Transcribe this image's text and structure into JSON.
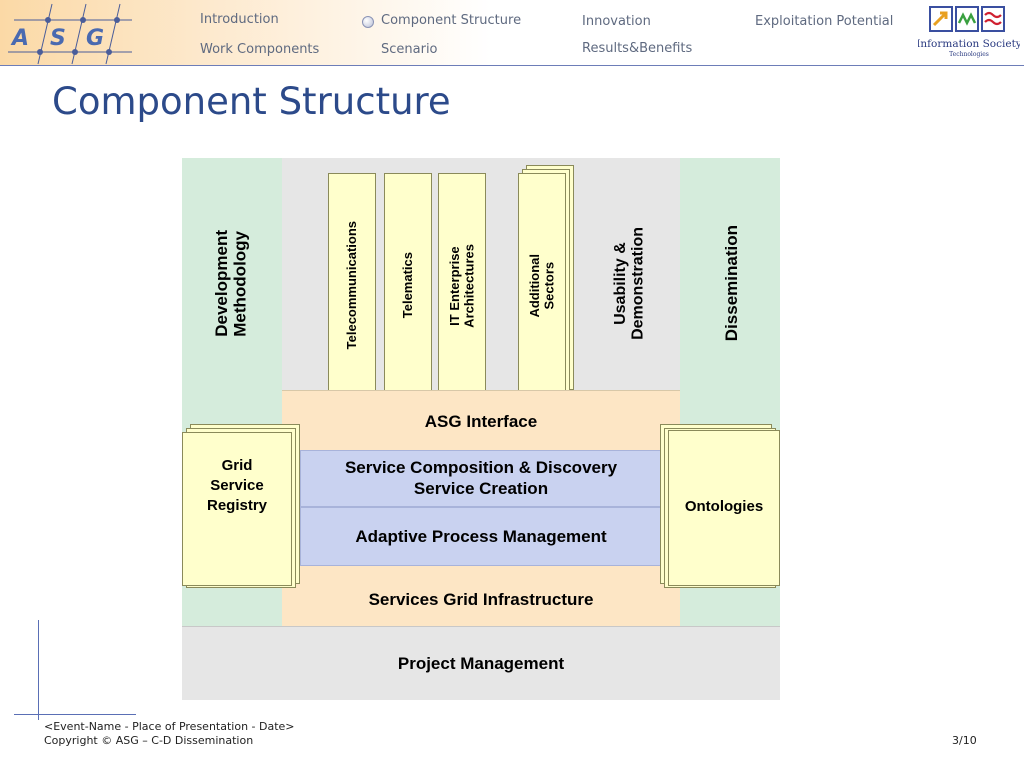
{
  "logo": {
    "letters": [
      "A",
      "S",
      "G"
    ],
    "partner_logo_text": "Information Society",
    "partner_logo_subtext": "Technologies"
  },
  "nav": {
    "row1": [
      "Introduction",
      "Component Structure",
      "Innovation",
      "Exploitation Potential"
    ],
    "row2": [
      "Work Components",
      "Scenario",
      "Results&Benefits"
    ]
  },
  "page_title": "Component Structure",
  "diagram": {
    "development_methodology": "Development\nMethodology",
    "dissemination": "Dissemination",
    "sectors": [
      "Telecommunications",
      "Telematics",
      "IT Enterprise\nArchitectures",
      "Additional\nSectors"
    ],
    "usability": "Usability &\nDemonstration",
    "asg_interface": "ASG Interface",
    "service_composition": "Service Composition & Discovery\nService Creation",
    "adaptive_process": "Adaptive Process Management",
    "grid_registry": "Grid\nService\nRegistry",
    "ontologies": "Ontologies",
    "services_grid": "Services Grid Infrastructure",
    "project_management": "Project Management"
  },
  "footer": {
    "event": "<Event-Name - Place of Presentation - Date>",
    "copyright": "Copyright © ASG – C-D Dissemination",
    "page": "3/10"
  }
}
